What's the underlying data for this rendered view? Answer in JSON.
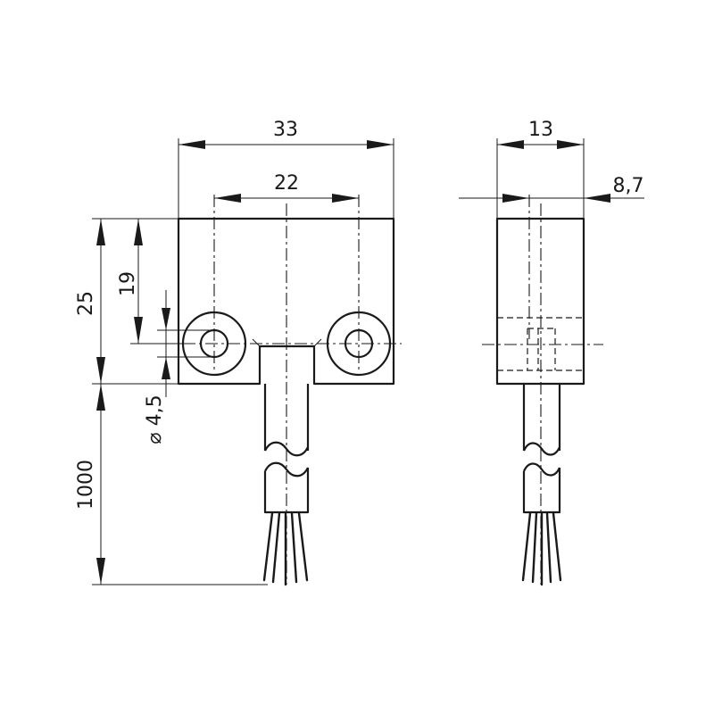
{
  "front_view": {
    "dimensions": {
      "width_overall": "33",
      "hole_spacing": "22",
      "height_overall": "25",
      "height_to_hole_center": "19",
      "hole_diameter": "⌀ 4,5",
      "cable_length": "1000"
    }
  },
  "side_view": {
    "dimensions": {
      "depth_overall": "13",
      "depth_to_axis": "8,7"
    }
  }
}
